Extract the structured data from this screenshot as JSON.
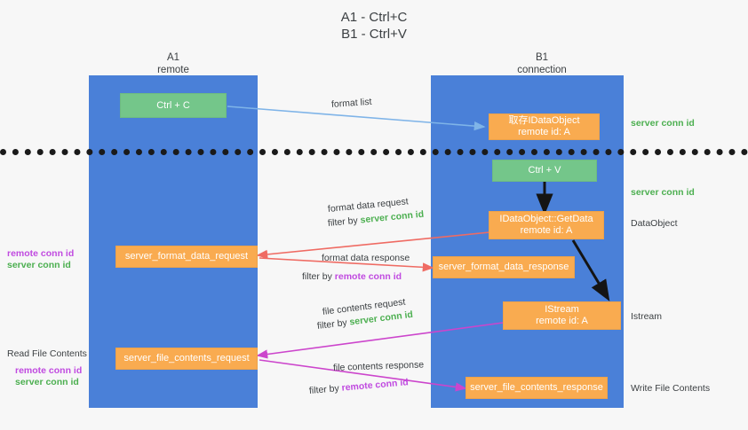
{
  "title": {
    "line1": "A1 - Ctrl+C",
    "line2": "B1 - Ctrl+V"
  },
  "columns": [
    {
      "name": "A1",
      "sub": "remote"
    },
    {
      "name": "B1",
      "sub": "connection"
    }
  ],
  "boxes": [
    {
      "id": "ctrl-c",
      "l1": "Ctrl + C",
      "l2": "",
      "color": "green"
    },
    {
      "id": "idataobject",
      "l1": "取存IDataObject",
      "l2": "remote id: A",
      "color": "orange"
    },
    {
      "id": "ctrl-v",
      "l1": "Ctrl + V",
      "l2": "",
      "color": "green"
    },
    {
      "id": "getdata",
      "l1": "IDataObject::GetData",
      "l2": "remote id: A",
      "color": "orange"
    },
    {
      "id": "server-format-data-request",
      "l1": "server_format_data_request",
      "l2": "",
      "color": "orange"
    },
    {
      "id": "server-format-data-response",
      "l1": "server_format_data_response",
      "l2": "",
      "color": "orange"
    },
    {
      "id": "istream",
      "l1": "IStream",
      "l2": "remote id: A",
      "color": "orange"
    },
    {
      "id": "server-file-contents-request",
      "l1": "server_file_contents_request",
      "l2": "",
      "color": "orange"
    },
    {
      "id": "server-file-contents-response",
      "l1": "server_file_contents_response",
      "l2": "",
      "color": "orange"
    }
  ],
  "edge_labels": {
    "format_list": "format list",
    "format_data_request": "format data request",
    "format_data_response": "format data response",
    "file_contents_request": "file contents request",
    "file_contents_response": "file contents response",
    "filter_by": "filter by ",
    "server_conn_id": "server conn id",
    "remote_conn_id": "remote conn id"
  },
  "right_annotations": [
    {
      "text": "server conn id",
      "kind": "server"
    },
    {
      "text": "server conn id",
      "kind": "server"
    },
    {
      "text": "DataObject",
      "kind": "plain"
    },
    {
      "text": "Istream",
      "kind": "plain"
    },
    {
      "text": "Write File Contents",
      "kind": "plain"
    }
  ],
  "left_annotations": {
    "mid_remote": "remote conn id",
    "mid_server": "server conn id",
    "read_file_contents": "Read File Contents",
    "bottom_remote": "remote conn id",
    "bottom_server": "server conn id"
  },
  "colors": {
    "lane": "#4a80d8",
    "green_box": "#74c68a",
    "orange_box": "#f9ab50",
    "server_conn": "#4caf50",
    "remote_conn": "#c04ae0",
    "arrow_blue": "#7fb4e8",
    "arrow_red": "#ef6b63",
    "arrow_magenta": "#cc45cc",
    "arrow_dark": "#141414",
    "divider": "#1a1a1a"
  }
}
